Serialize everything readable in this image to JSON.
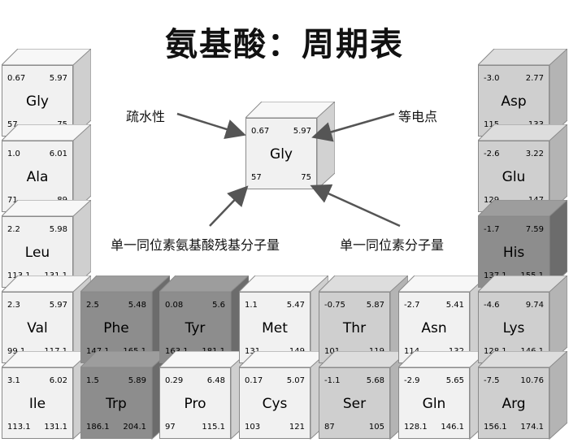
{
  "title": "氨基酸：周期表",
  "labels": {
    "hydrophobicity": "疏水性",
    "isoelectric_point": "等电点",
    "residue_mass": "单一同位素氨基酸残基分子量",
    "mono_mass": "单一同位素分子量"
  },
  "colors": {
    "light": "#f1f1f1",
    "medium": "#cfcfcf",
    "dark": "#8d8d8d"
  },
  "legend_cell": {
    "hydro": "0.67",
    "pi": "5.97",
    "name": "Gly",
    "res": "57",
    "mass": "75"
  },
  "cells": [
    {
      "hydro": "0.67",
      "pi": "5.97",
      "name": "Gly",
      "res": "57",
      "mass": "75",
      "shade": "light"
    },
    {
      "hydro": "1.0",
      "pi": "6.01",
      "name": "Ala",
      "res": "71",
      "mass": "89",
      "shade": "light"
    },
    {
      "hydro": "2.2",
      "pi": "5.98",
      "name": "Leu",
      "res": "113.1",
      "mass": "131.1",
      "shade": "light"
    },
    {
      "hydro": "2.3",
      "pi": "5.97",
      "name": "Val",
      "res": "99.1",
      "mass": "117.1",
      "shade": "light"
    },
    {
      "hydro": "3.1",
      "pi": "6.02",
      "name": "Ile",
      "res": "113.1",
      "mass": "131.1",
      "shade": "light"
    },
    {
      "hydro": "2.5",
      "pi": "5.48",
      "name": "Phe",
      "res": "147.1.",
      "mass": "165.1",
      "shade": "dark"
    },
    {
      "hydro": "1.5",
      "pi": "5.89",
      "name": "Trp",
      "res": "186.1",
      "mass": "204.1",
      "shade": "dark"
    },
    {
      "hydro": "0.08",
      "pi": "5.6",
      "name": "Tyr",
      "res": "163.1",
      "mass": "181.1",
      "shade": "dark"
    },
    {
      "hydro": "0.29",
      "pi": "6.48",
      "name": "Pro",
      "res": "97",
      "mass": "115.1",
      "shade": "light"
    },
    {
      "hydro": "1.1",
      "pi": "5.47",
      "name": "Met",
      "res": "131",
      "mass": "149",
      "shade": "light"
    },
    {
      "hydro": "0.17",
      "pi": "5.07",
      "name": "Cys",
      "res": "103",
      "mass": "121",
      "shade": "light"
    },
    {
      "hydro": "-0.75",
      "pi": "5.87",
      "name": "Thr",
      "res": "101",
      "mass": "119",
      "shade": "medium"
    },
    {
      "hydro": "-1.1",
      "pi": "5.68",
      "name": "Ser",
      "res": "87",
      "mass": "105",
      "shade": "medium"
    },
    {
      "hydro": "-2.7",
      "pi": "5.41",
      "name": "Asn",
      "res": "114",
      "mass": "132",
      "shade": "light"
    },
    {
      "hydro": "-2.9",
      "pi": "5.65",
      "name": "Gln",
      "res": "128.1",
      "mass": "146.1",
      "shade": "light"
    },
    {
      "hydro": "-3.0",
      "pi": "2.77",
      "name": "Asp",
      "res": "115",
      "mass": "133",
      "shade": "medium"
    },
    {
      "hydro": "-2.6",
      "pi": "3.22",
      "name": "Glu",
      "res": "129",
      "mass": "147",
      "shade": "medium"
    },
    {
      "hydro": "-1.7",
      "pi": "7.59",
      "name": "His",
      "res": "137.1",
      "mass": "155.1",
      "shade": "dark"
    },
    {
      "hydro": "-4.6",
      "pi": "9.74",
      "name": "Lys",
      "res": "128.1",
      "mass": "146.1",
      "shade": "medium"
    },
    {
      "hydro": "-7.5",
      "pi": "10.76",
      "name": "Arg",
      "res": "156.1",
      "mass": "174.1",
      "shade": "medium"
    }
  ]
}
